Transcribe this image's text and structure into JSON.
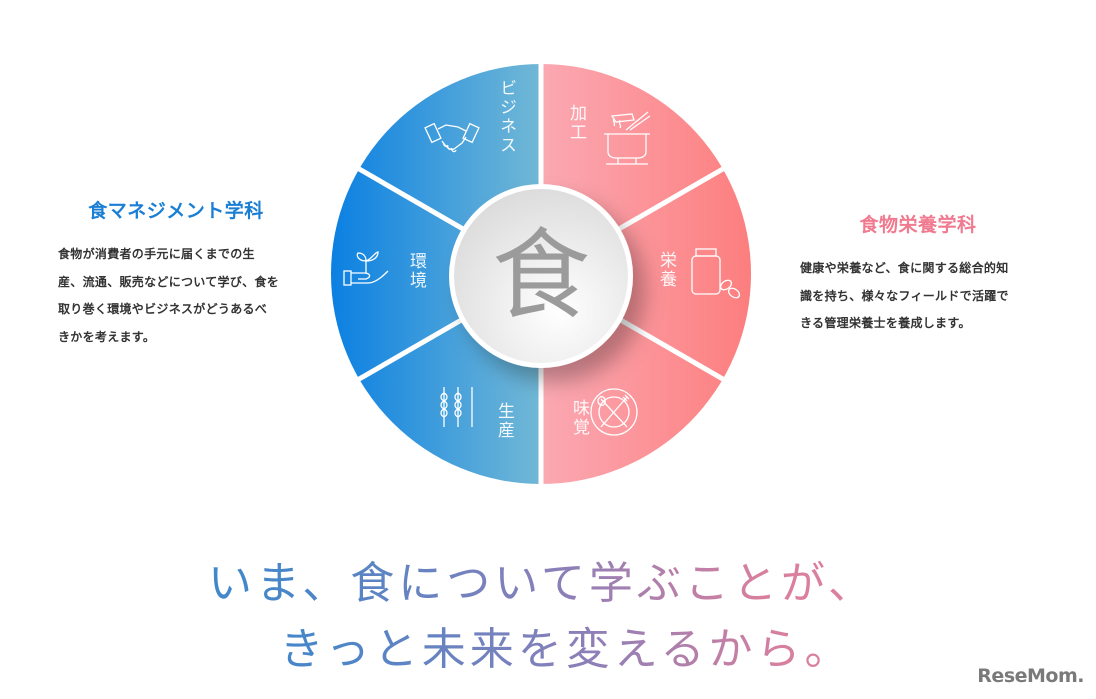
{
  "left_department": {
    "title": "食マネジメント学科",
    "description_lines": [
      "食物が消費者の手元に届くまでの生",
      "産、流通、販売などについて学び、食を",
      "取り巻く環境やビジネスがどうあるべ",
      "きかを考えます。"
    ],
    "color": "#1a7fd4"
  },
  "right_department": {
    "title": "食物栄養学科",
    "description_lines": [
      "健康や栄養など、食に関する総合的知",
      "識を持ち、様々なフィールドで活躍で",
      "きる管理栄養士を養成します。"
    ],
    "color": "#f07a8f"
  },
  "wheel": {
    "center_label": "食",
    "segments": [
      {
        "label": "ビジネス",
        "icon": "handshake-icon",
        "side": "left"
      },
      {
        "label": "環境",
        "icon": "plant-in-hand-icon",
        "side": "left"
      },
      {
        "label": "生産",
        "icon": "wheat-icon",
        "side": "left"
      },
      {
        "label": "加工",
        "icon": "cooking-pot-icon",
        "side": "right"
      },
      {
        "label": "栄養",
        "icon": "supplement-bottle-icon",
        "side": "right"
      },
      {
        "label": "味覚",
        "icon": "plate-fork-spoon-icon",
        "side": "right"
      }
    ],
    "colors": {
      "blue_outer": "#0f84e2",
      "blue_inner": "#6db4d8",
      "pink_inner": "#f8a6b0",
      "pink_outer": "#fc8080"
    }
  },
  "headline": {
    "line1": "いま、食について学ぶことが、",
    "line2": "きっと未来を変えるから。"
  },
  "logo": {
    "text": "ReseMom."
  }
}
